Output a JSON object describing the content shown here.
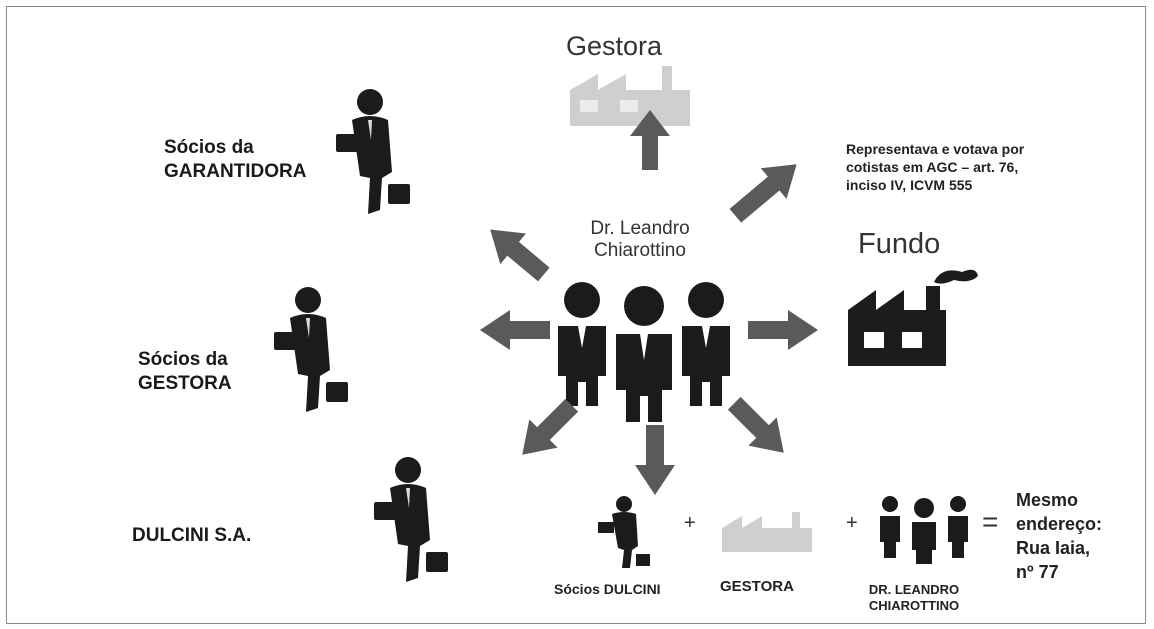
{
  "title_gestora": "Gestora",
  "title_fundo": "Fundo",
  "center_name_line1": "Dr. Leandro",
  "center_name_line2": "Chiarottino",
  "left_labels": {
    "garantidora_l1": "Sócios da",
    "garantidora_l2": "GARANTIDORA",
    "gestora_l1": "Sócios da",
    "gestora_l2": "GESTORA",
    "dulcini": "DULCINI S.A."
  },
  "note": {
    "line1": "Representava e votava por",
    "line2": "cotistas em AGC – art. 76,",
    "line3": "inciso IV, ICVM 555"
  },
  "equation": {
    "plus1": "+",
    "plus2": "+",
    "equals": "=",
    "socios_dulcini": "Sócios DULCINI",
    "gestora": "GESTORA",
    "leandro_l1": "DR. LEANDRO",
    "leandro_l2": "CHIAROTTINO",
    "result_l1": "Mesmo",
    "result_l2": "endereço:",
    "result_l3": "Rua Iaia,",
    "result_l4": "nº 77"
  },
  "colors": {
    "arrow": "#5a5a5a",
    "figure": "#1b1b1b",
    "faded": "#cfcfcf"
  }
}
